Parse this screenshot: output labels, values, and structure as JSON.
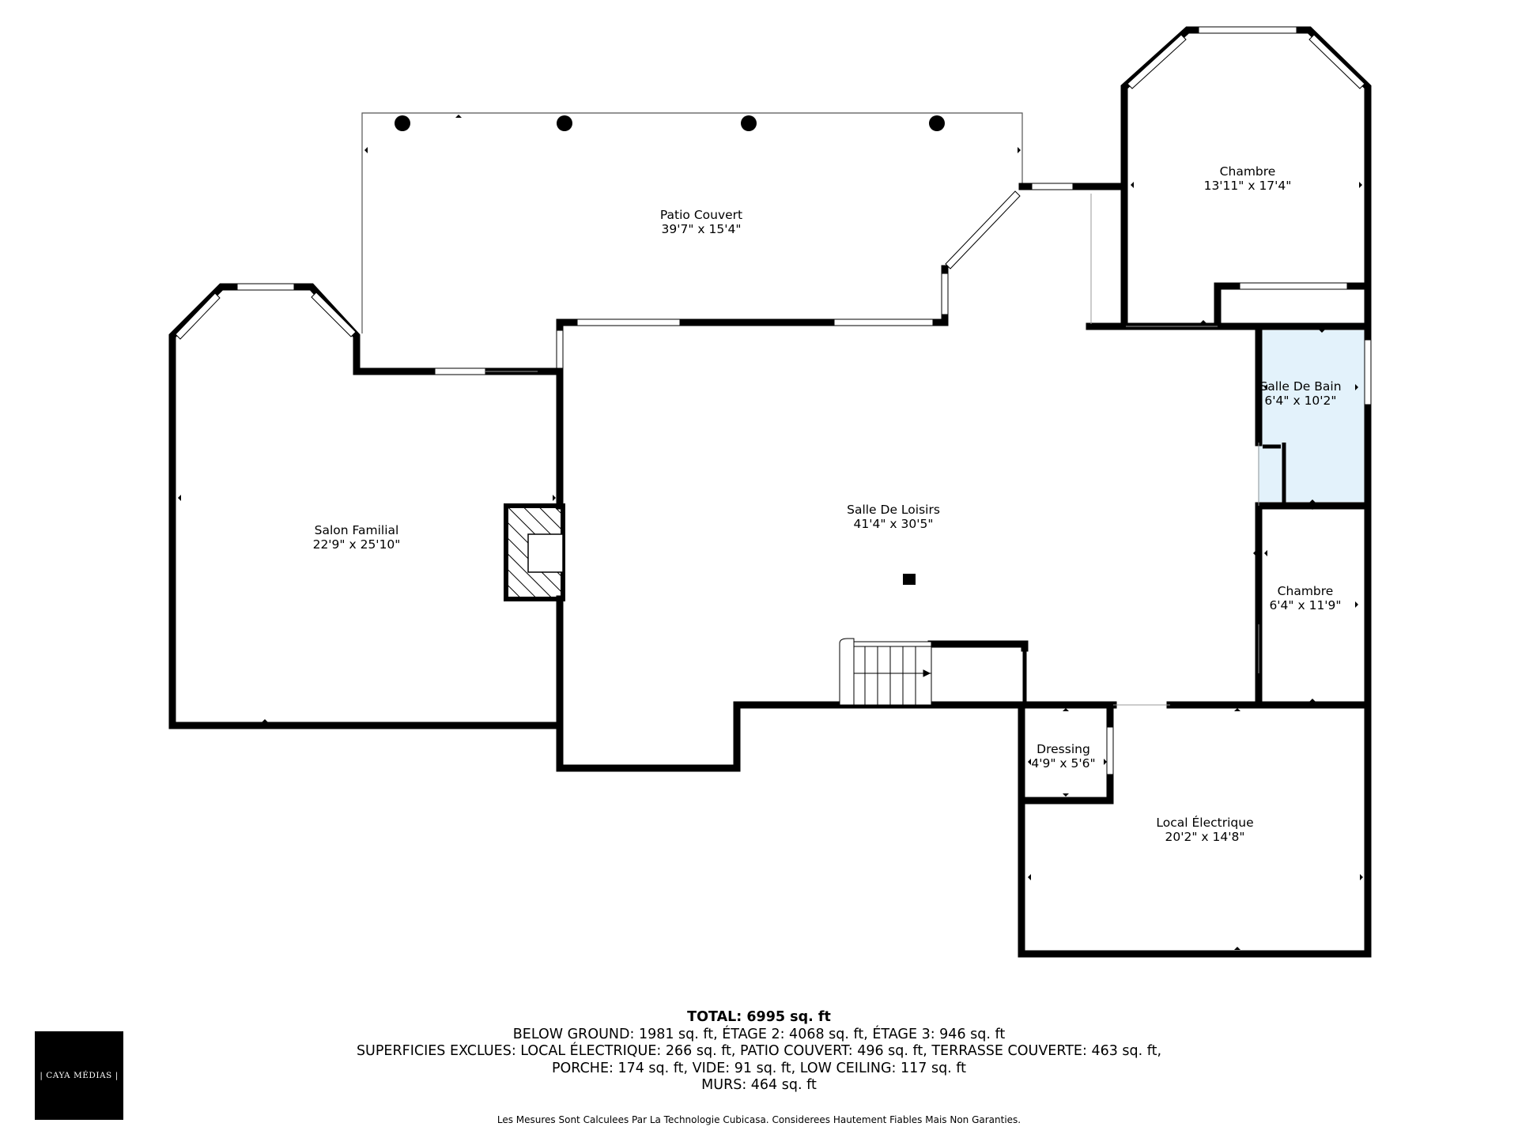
{
  "rooms": [
    {
      "name": "Patio Couvert",
      "dims": "39'7\" x 15'4\""
    },
    {
      "name": "Chambre",
      "dims": "13'11\" x 17'4\""
    },
    {
      "name": "Salon Familial",
      "dims": "22'9\" x 25'10\""
    },
    {
      "name": "Salle De Loisirs",
      "dims": "41'4\" x 30'5\""
    },
    {
      "name": "Salle De Bain",
      "dims": "6'4\" x 10'2\""
    },
    {
      "name": "Chambre",
      "dims": "6'4\" x 11'9\""
    },
    {
      "name": "Dressing",
      "dims": "4'9\" x 5'6\""
    },
    {
      "name": "Local Électrique",
      "dims": "20'2\" x 14'8\""
    }
  ],
  "summary": {
    "total": "TOTAL: 6995 sq. ft",
    "line1": "BELOW GROUND: 1981 sq. ft, ÉTAGE 2: 4068 sq. ft, ÉTAGE 3: 946 sq. ft",
    "line2": "SUPERFICIES EXCLUES: LOCAL ÉLECTRIQUE: 266 sq. ft, PATIO COUVERT: 496 sq. ft, TERRASSE COUVERTE: 463 sq. ft,",
    "line3": "PORCHE: 174 sq. ft, VIDE: 91 sq. ft, LOW CEILING: 117 sq. ft",
    "line4": "MURS: 464 sq. ft"
  },
  "disclaimer": "Les Mesures Sont Calculees Par La Technologie Cubicasa. Considerees Hautement Fiables Mais Non Garanties.",
  "logo_text": "| CAYA MÉDIAS |",
  "colors": {
    "wall": "#000000",
    "bathroom_fill": "#e3f2fb",
    "background": "#ffffff"
  }
}
